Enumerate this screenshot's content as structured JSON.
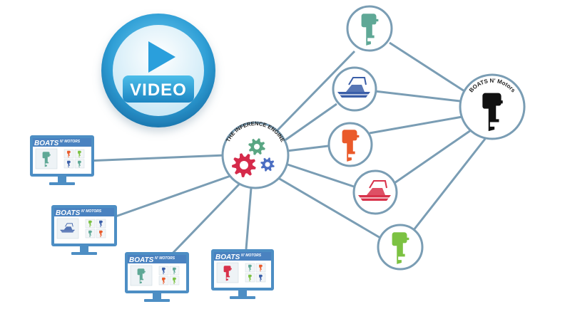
{
  "video_button": {
    "label": "VIDEO",
    "icon": "play-icon"
  },
  "engine": {
    "label": "THE INFERENCE ENGINE"
  },
  "brand_hub": {
    "label": "BOATS N' Motors"
  },
  "monitors": [
    {
      "logo_main": "BOATS",
      "logo_sup": "N' MOTORS"
    },
    {
      "logo_main": "BOATS",
      "logo_sup": "N' MOTORS"
    },
    {
      "logo_main": "BOATS",
      "logo_sup": "N' MOTORS"
    },
    {
      "logo_main": "BOATS",
      "logo_sup": "N' MOTORS"
    }
  ],
  "products": [
    {
      "kind": "outboard-motor",
      "color": "#5fa896"
    },
    {
      "kind": "boat",
      "color": "#3a5ea8"
    },
    {
      "kind": "outboard-motor",
      "color": "#ea5a2a"
    },
    {
      "kind": "boat",
      "color": "#d8314a"
    },
    {
      "kind": "outboard-motor",
      "color": "#7cc242"
    }
  ],
  "colors": {
    "connector": "#7a9db4",
    "node_border": "#7a9db4",
    "monitor_frame": "#4d8ec4",
    "gear_red": "#d52a4a",
    "gear_green": "#5aa683",
    "gear_blue": "#4b6ec2",
    "video_ring": "#3ba9dc"
  }
}
